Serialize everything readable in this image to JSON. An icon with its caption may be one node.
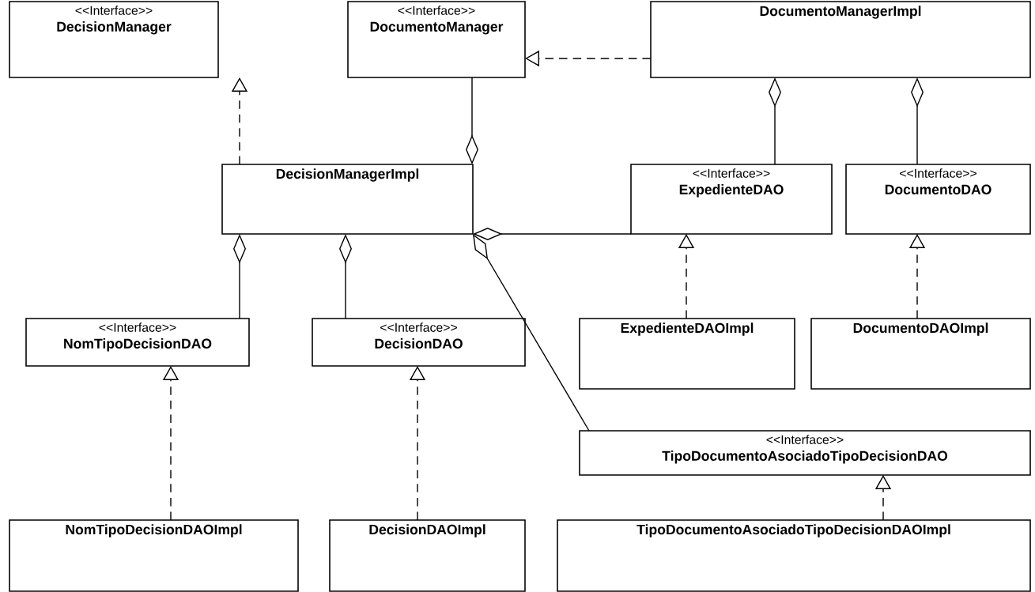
{
  "diagram": {
    "nodes": [
      {
        "text": [
          "<<Interface>>",
          "DecisionManager"
        ]
      },
      {
        "text": [
          "<<Interface>>",
          "DocumentoManager"
        ]
      },
      {
        "text": [
          "DocumentoManagerImpl"
        ]
      },
      {
        "text": [
          "DecisionManagerImpl"
        ]
      },
      {
        "text": [
          "<<Interface>>",
          "ExpedienteDAO"
        ]
      },
      {
        "text": [
          "<<Interface>>",
          "DocumentoDAO"
        ]
      },
      {
        "text": [
          "<<Interface>>",
          "NomTipoDecisionDAO"
        ]
      },
      {
        "text": [
          "<<Interface>>",
          "DecisionDAO"
        ]
      },
      {
        "text": [
          "ExpedienteDAOImpl"
        ]
      },
      {
        "text": [
          "DocumentoDAOImpl"
        ]
      },
      {
        "text": [
          "<<Interface>>",
          "TipoDocumentoAsociadoTipoDecisionDAO"
        ]
      },
      {
        "text": [
          "NomTipoDecisionDAOImpl"
        ]
      },
      {
        "text": [
          "DecisionDAOImpl"
        ]
      },
      {
        "text": [
          "TipoDocumentoAsociadoTipoDecisionDAOImpl"
        ]
      }
    ],
    "edges": [
      {
        "from": 3,
        "to": 0,
        "arrow": "to",
        "style": "dashed"
      },
      {
        "from": 2,
        "to": 1,
        "arrow": "to",
        "style": "dashed"
      },
      {
        "from": 3,
        "to": 1,
        "arrow": "other"
      },
      {
        "from": 2,
        "to": 4,
        "arrow": "other"
      },
      {
        "from": 2,
        "to": 5,
        "arrow": "other"
      },
      {
        "from": 3,
        "to": 6,
        "arrow": "other"
      },
      {
        "from": 3,
        "to": 7,
        "arrow": "other"
      },
      {
        "from": 3,
        "to": 4,
        "arrow": "other"
      },
      {
        "from": 3,
        "to": 10,
        "arrow": "other"
      },
      {
        "from": 8,
        "to": 4,
        "arrow": "to",
        "style": "dashed"
      },
      {
        "from": 9,
        "to": 5,
        "arrow": "to",
        "style": "dashed"
      },
      {
        "from": 11,
        "to": 6,
        "arrow": "to",
        "style": "dashed"
      },
      {
        "from": 12,
        "to": 7,
        "arrow": "to",
        "style": "dashed"
      },
      {
        "from": 13,
        "to": 10,
        "arrow": "to",
        "style": "dashed"
      }
    ]
  }
}
